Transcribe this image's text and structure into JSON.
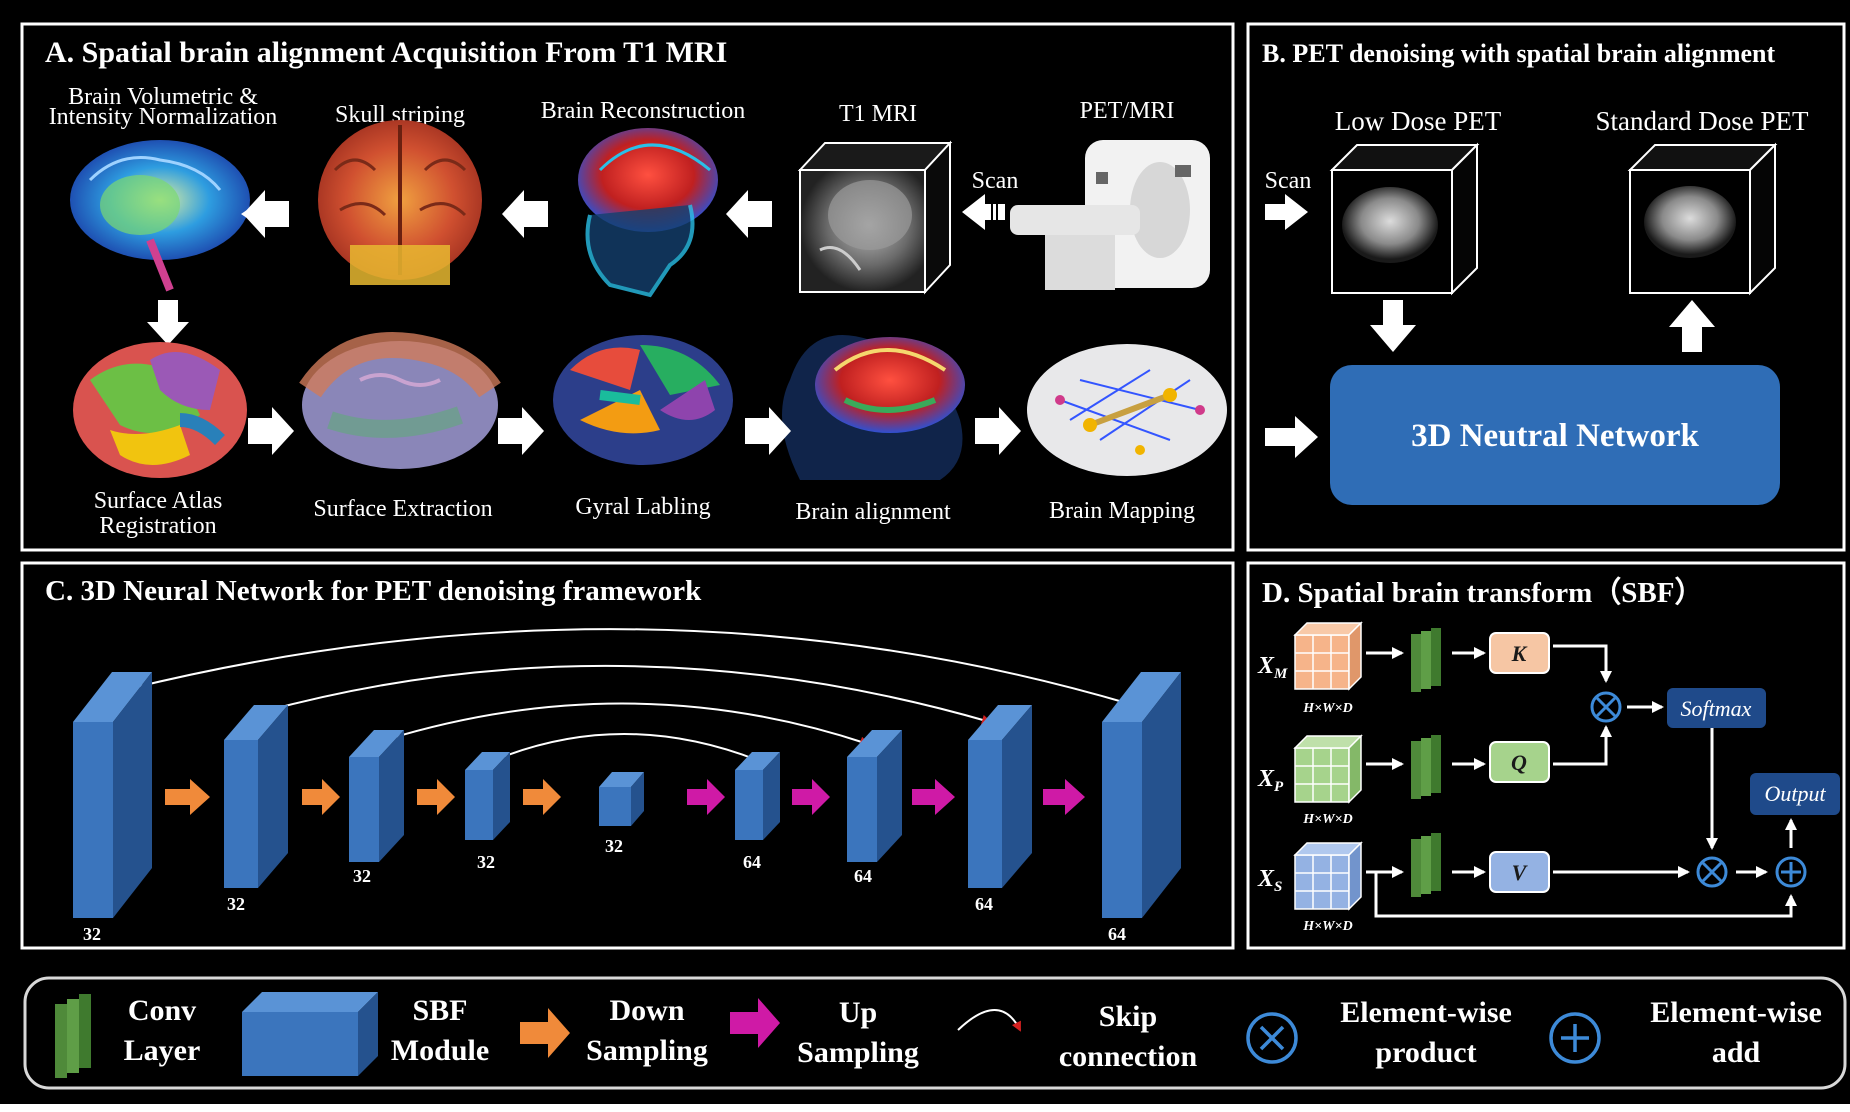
{
  "panel_a": {
    "title": "A. Spatial brain alignment Acquisition From T1 MRI",
    "labels": {
      "brain_volumetric_line1": "Brain Volumetric &",
      "brain_volumetric_line2": "Intensity Normalization",
      "skull_striping": "Skull striping",
      "brain_reconstruction": "Brain Reconstruction",
      "t1_mri": "T1 MRI",
      "pet_mri": "PET/MRI",
      "scan": "Scan",
      "surface_atlas_line1": "Surface Atlas",
      "surface_atlas_line2": "Registration",
      "surface_extraction": "Surface Extraction",
      "gyral_labling": "Gyral Labling",
      "brain_alignment": "Brain alignment",
      "brain_mapping": "Brain Mapping"
    }
  },
  "panel_b": {
    "title": "B. PET denoising with spatial brain alignment",
    "low_dose": "Low Dose PET",
    "standard_dose": "Standard Dose PET",
    "scan": "Scan",
    "network": "3D Neutral Network"
  },
  "panel_c": {
    "title": "C. 3D Neural Network for PET denoising  framework",
    "channels": [
      "32",
      "32",
      "32",
      "32",
      "32",
      "64",
      "64",
      "64",
      "64"
    ]
  },
  "panel_d": {
    "title": "D. Spatial brain transform（SBF）",
    "inputs": [
      {
        "symbol": "X",
        "sub": "M",
        "dims": "H×W×D"
      },
      {
        "symbol": "X",
        "sub": "P",
        "dims": "H×W×D"
      },
      {
        "symbol": "X",
        "sub": "S",
        "dims": "H×W×D"
      }
    ],
    "k": "K",
    "q": "Q",
    "v": "V",
    "softmax": "Softmax",
    "output": "Output"
  },
  "legend": {
    "conv_line1": "Conv",
    "conv_line2": "Layer",
    "sbf_line1": "SBF",
    "sbf_line2": "Module",
    "down_line1": "Down",
    "down_line2": "Sampling",
    "up_line1": "Up",
    "up_line2": "Sampling",
    "skip_line1": "Skip",
    "skip_line2": "connection",
    "prod_line1": "Element-wise",
    "prod_line2": "product",
    "add_line1": "Element-wise",
    "add_line2": "add"
  },
  "colors": {
    "background": "#000000",
    "block_front": "#3b75bd",
    "block_side": "#25528e",
    "block_top": "#5a93d6",
    "down_arrow": "#f08a3a",
    "up_arrow": "#cf1aa6",
    "network_box": "#2f6db6",
    "conv_green": "#4f8a3a",
    "k_box": "#f6c6a4",
    "q_box": "#a6d38c",
    "v_box": "#94b2e3",
    "op_blue": "#3d8ad8"
  }
}
